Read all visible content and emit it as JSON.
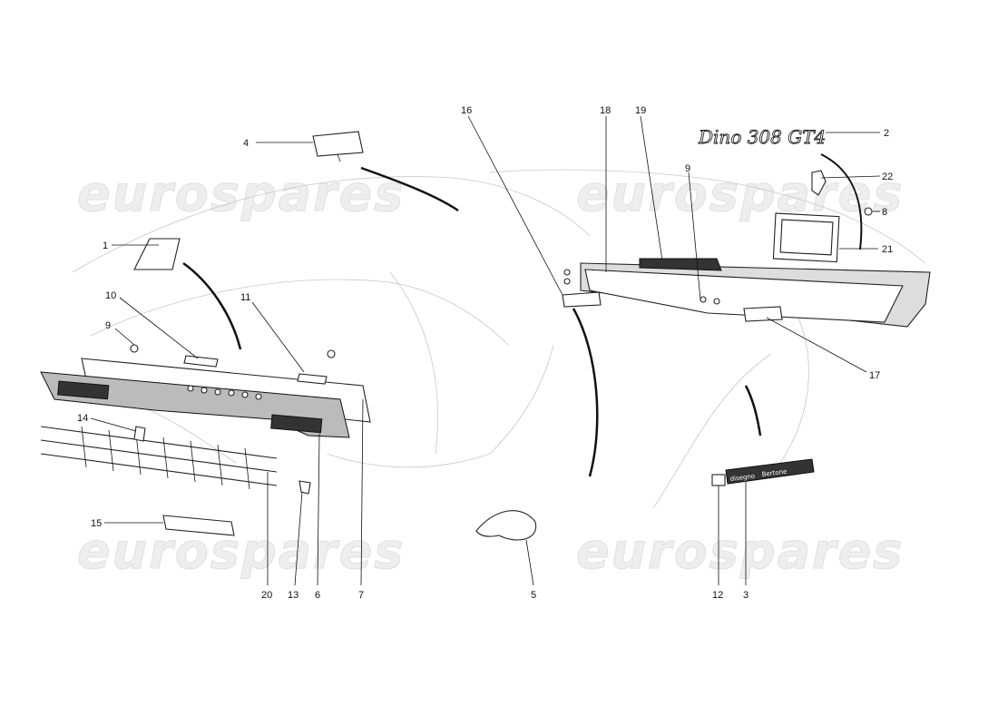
{
  "watermark": "eurospares",
  "emblem_text": "Dino 308 GT4",
  "badge": {
    "left": "disegno",
    "right": "Bertone"
  },
  "callouts": [
    {
      "id": "4",
      "label": "4"
    },
    {
      "id": "1",
      "label": "1"
    },
    {
      "id": "10",
      "label": "10"
    },
    {
      "id": "9a",
      "label": "9"
    },
    {
      "id": "11",
      "label": "11"
    },
    {
      "id": "14",
      "label": "14"
    },
    {
      "id": "15",
      "label": "15"
    },
    {
      "id": "20",
      "label": "20"
    },
    {
      "id": "13",
      "label": "13"
    },
    {
      "id": "6",
      "label": "6"
    },
    {
      "id": "7",
      "label": "7"
    },
    {
      "id": "16",
      "label": "16"
    },
    {
      "id": "18",
      "label": "18"
    },
    {
      "id": "19",
      "label": "19"
    },
    {
      "id": "9b",
      "label": "9"
    },
    {
      "id": "2",
      "label": "2"
    },
    {
      "id": "22",
      "label": "22"
    },
    {
      "id": "8",
      "label": "8"
    },
    {
      "id": "21",
      "label": "21"
    },
    {
      "id": "17",
      "label": "17"
    },
    {
      "id": "5",
      "label": "5"
    },
    {
      "id": "12",
      "label": "12"
    },
    {
      "id": "3",
      "label": "3"
    }
  ]
}
